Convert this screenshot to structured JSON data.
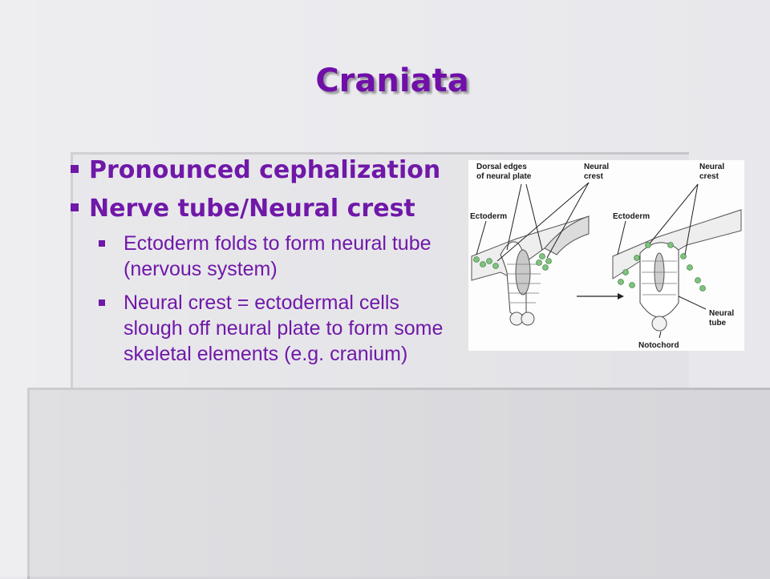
{
  "slide": {
    "title": "Craniata",
    "bullets": [
      {
        "text": "Pronounced cephalization"
      },
      {
        "text": "Nerve tube/Neural crest",
        "sub": [
          "Ectoderm folds to form neural tube (nervous system)",
          "Neural crest = ectodermal cells slough off neural plate to form some skeletal elements (e.g. cranium)"
        ]
      }
    ],
    "colors": {
      "text": "#7018a8",
      "background": "#e8e8ec"
    }
  },
  "figure": {
    "labels": {
      "dorsal_edges_1": "Dorsal edges",
      "dorsal_edges_2": "of neural plate",
      "neural_crest_left_1": "Neural",
      "neural_crest_left_2": "crest",
      "neural_crest_right_1": "Neural",
      "neural_crest_right_2": "crest",
      "ectoderm_left": "Ectoderm",
      "ectoderm_right": "Ectoderm",
      "neural_tube_1": "Neural",
      "neural_tube_2": "tube",
      "notochord": "Notochord"
    }
  }
}
